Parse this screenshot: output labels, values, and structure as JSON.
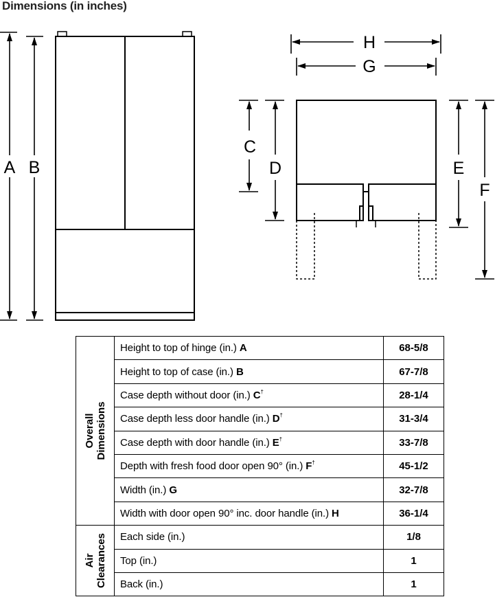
{
  "title": "Dimensions (in inches)",
  "diagram_labels": {
    "A": "A",
    "B": "B",
    "C": "C",
    "D": "D",
    "E": "E",
    "F": "F",
    "G": "G",
    "H": "H"
  },
  "table": {
    "groups": [
      {
        "label_line1": "Overall",
        "label_line2": "Dimensions"
      },
      {
        "label_line1": "Air",
        "label_line2": "Clearances"
      }
    ],
    "rows": [
      {
        "text": "Height to top of hinge (in.) ",
        "letter": "A",
        "mark": "",
        "value": "68-5/8"
      },
      {
        "text": "Height to top of case (in.) ",
        "letter": "B",
        "mark": "",
        "value": "67-7/8"
      },
      {
        "text": "Case depth without door (in.) ",
        "letter": "C",
        "mark": "†",
        "value": "28-1/4"
      },
      {
        "text": "Case depth less door handle (in.) ",
        "letter": "D",
        "mark": "†",
        "value": "31-3/4"
      },
      {
        "text": "Case depth with door handle (in.) ",
        "letter": "E",
        "mark": "†",
        "value": "33-7/8"
      },
      {
        "text": "Depth with fresh food door open 90° (in.) ",
        "letter": "F",
        "mark": "†",
        "value": "45-1/2"
      },
      {
        "text": "Width (in.) ",
        "letter": "G",
        "mark": "",
        "value": "32-7/8"
      },
      {
        "text": "Width with door open 90° inc. door handle (in.) ",
        "letter": "H",
        "mark": "",
        "value": "36-1/4"
      },
      {
        "text": "Each side (in.)",
        "letter": "",
        "mark": "",
        "value": "1/8"
      },
      {
        "text": "Top (in.)",
        "letter": "",
        "mark": "",
        "value": "1"
      },
      {
        "text": "Back (in.)",
        "letter": "",
        "mark": "",
        "value": "1"
      }
    ]
  }
}
